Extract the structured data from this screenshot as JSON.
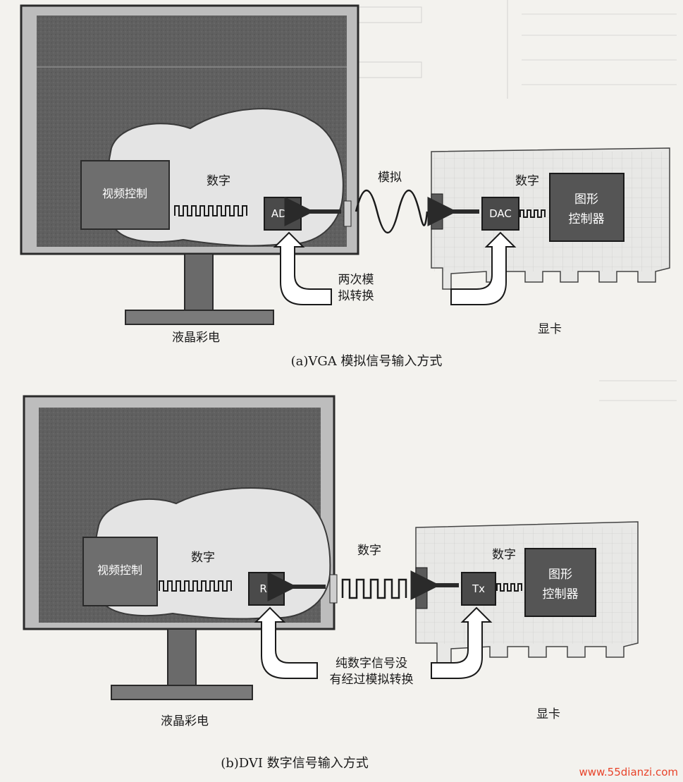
{
  "panel_a": {
    "caption": "(a)VGA 模拟信号输入方式",
    "video_control": "视频控制",
    "monitor_digital": "数字",
    "adc": "ADC",
    "analog": "模拟",
    "card_digital": "数字",
    "dac": "DAC",
    "graphics_controller": [
      "图形",
      "控制器"
    ],
    "note": [
      "两次模",
      "拟转换"
    ],
    "monitor_label": "液晶彩电",
    "card_label": "显卡"
  },
  "panel_b": {
    "caption": "(b)DVI 数字信号输入方式",
    "video_control": "视频控制",
    "monitor_digital": "数字",
    "rx": "Rx",
    "cable_digital": "数字",
    "card_digital": "数字",
    "tx": "Tx",
    "graphics_controller": [
      "图形",
      "控制器"
    ],
    "note": [
      "纯数字信号没",
      "有经过模拟转换"
    ],
    "monitor_label": "液晶彩电",
    "card_label": "显卡"
  },
  "watermark": "www.55dianzi.com",
  "colors": {
    "paper": "#f3f2ee",
    "bezel": "#bdbdbd",
    "screen": "#606060",
    "cloud": "#e4e4e4",
    "chip": "#4a4a4a",
    "text": "#1a1a1a",
    "watermark": "#e8432a"
  }
}
